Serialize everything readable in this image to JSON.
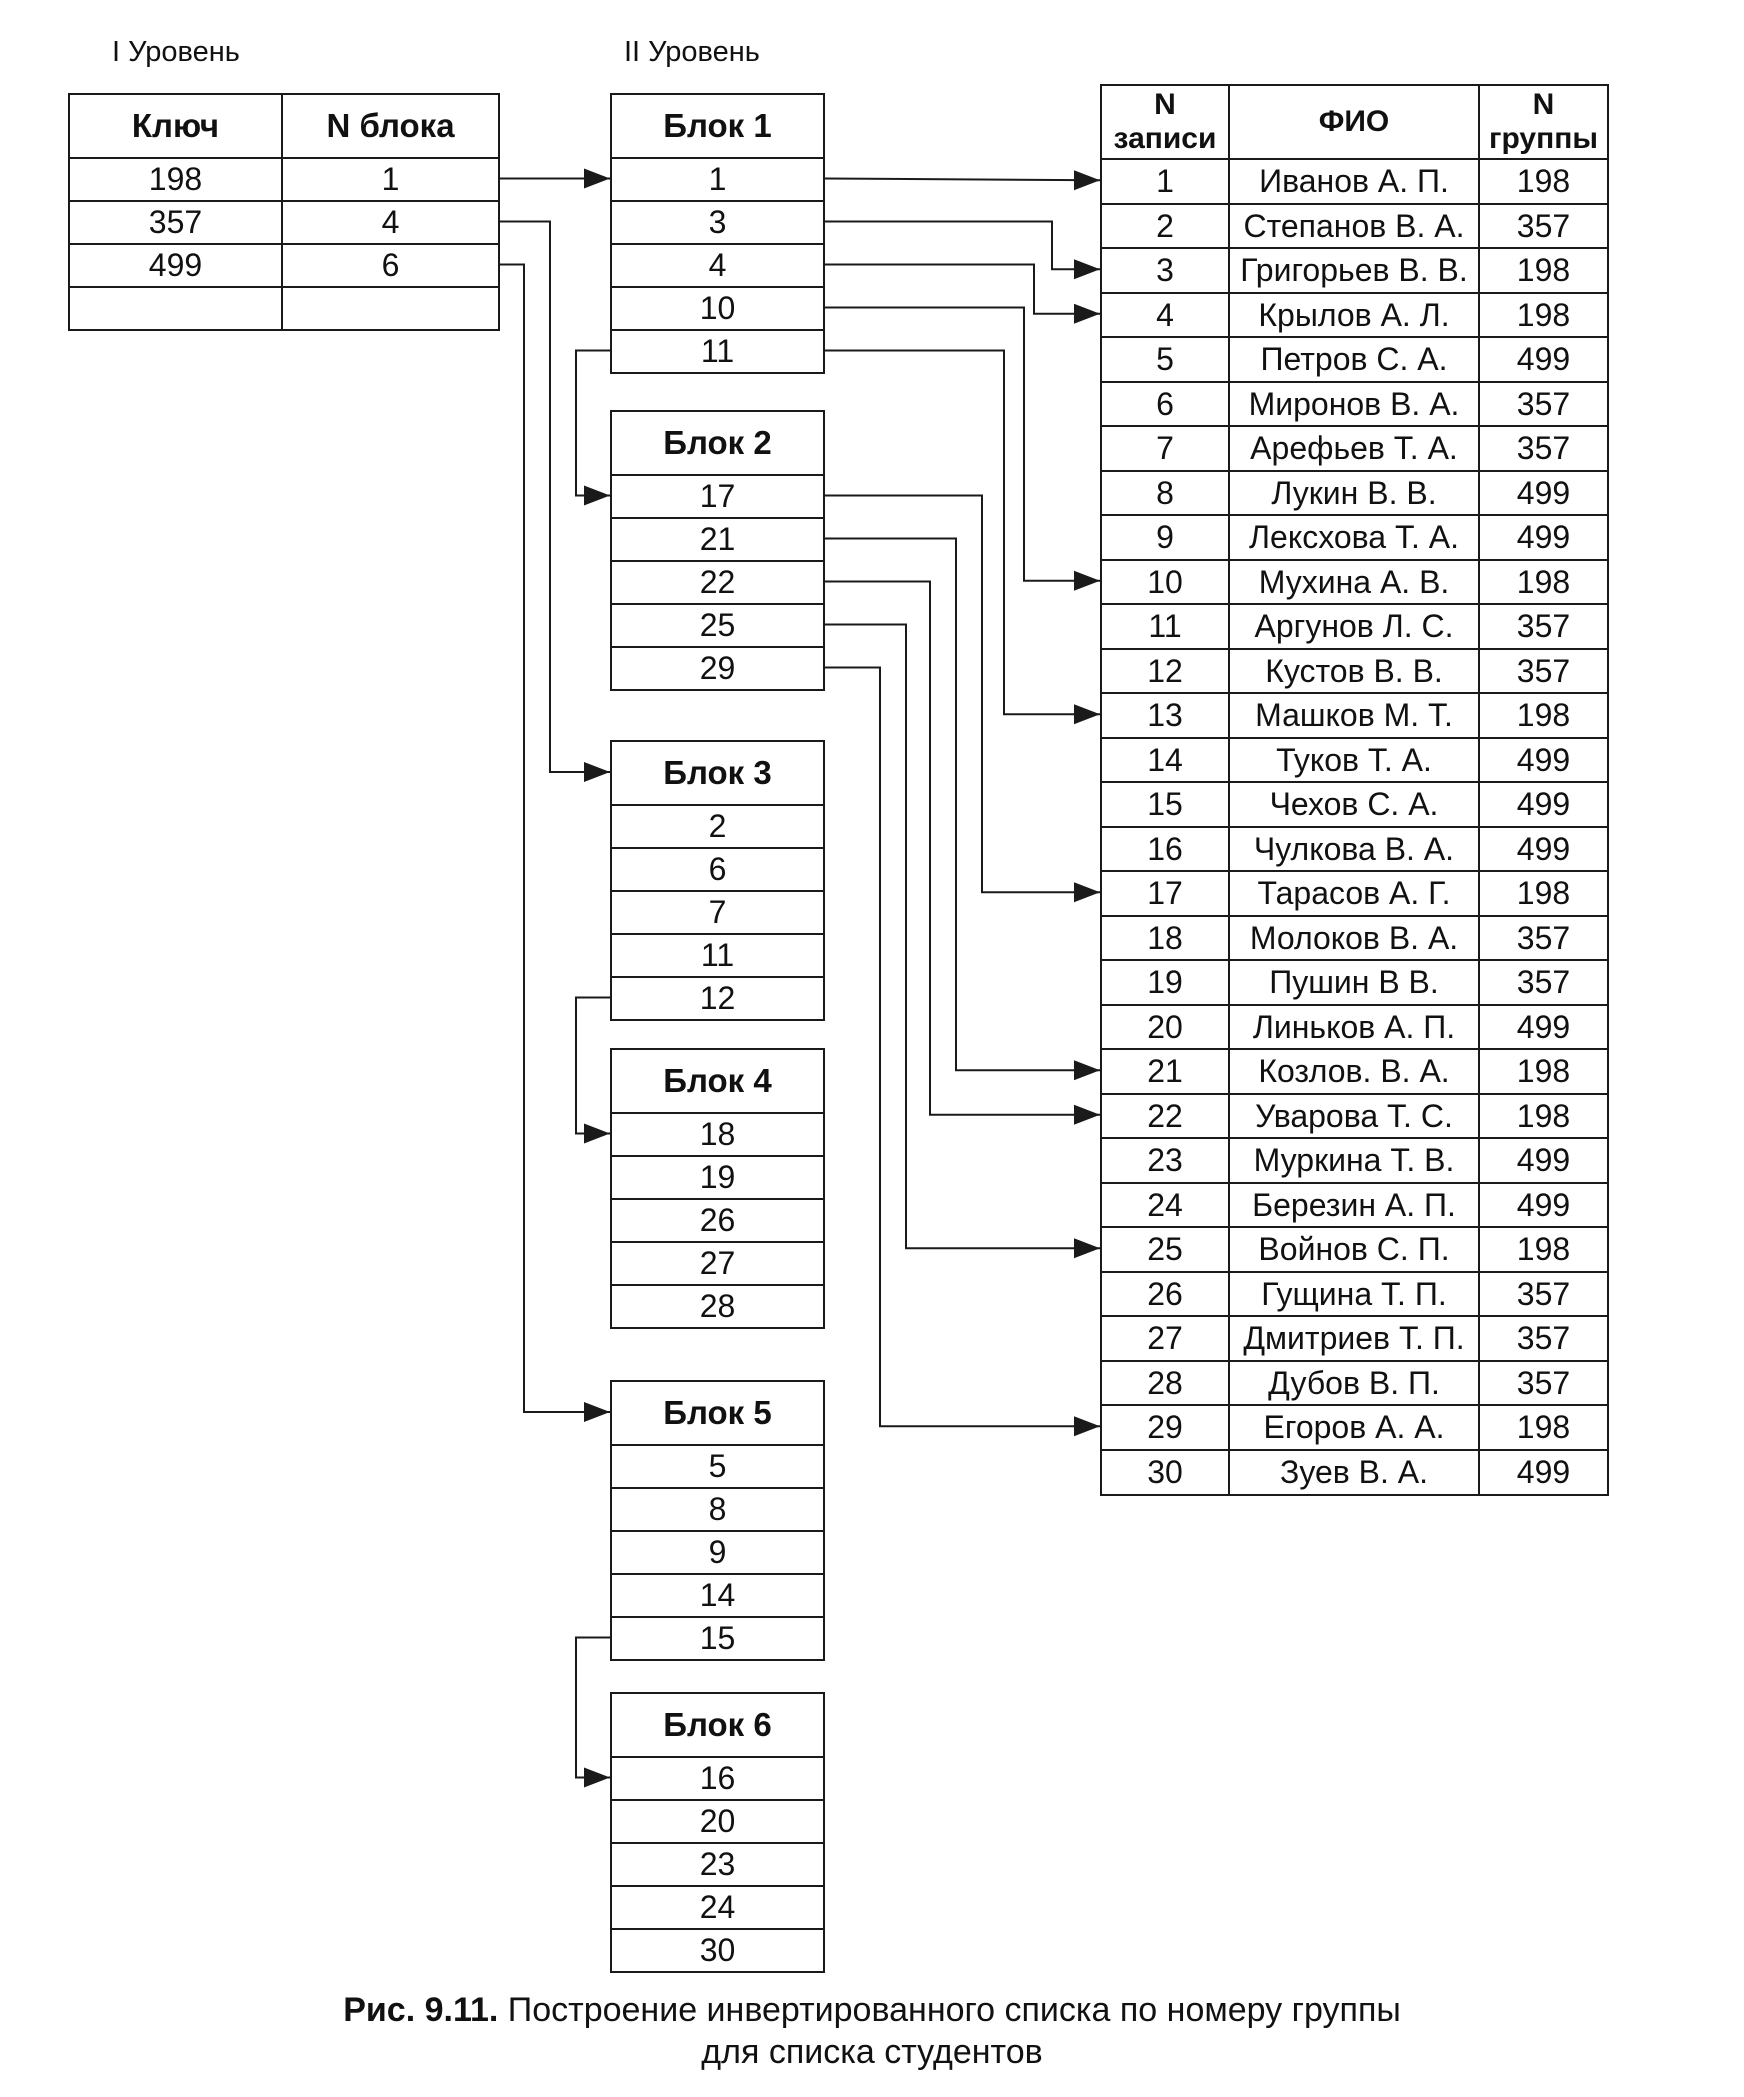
{
  "level_labels": {
    "level1": "I Уровень",
    "level2": "II Уровень"
  },
  "index_table": {
    "headers": [
      "Ключ",
      "N блока"
    ],
    "rows": [
      [
        "198",
        "1"
      ],
      [
        "357",
        "4"
      ],
      [
        "499",
        "6"
      ],
      [
        "",
        ""
      ]
    ]
  },
  "blocks": [
    {
      "title": "Блок 1",
      "items": [
        "1",
        "3",
        "4",
        "10",
        "11"
      ]
    },
    {
      "title": "Блок 2",
      "items": [
        "17",
        "21",
        "22",
        "25",
        "29"
      ]
    },
    {
      "title": "Блок 3",
      "items": [
        "2",
        "6",
        "7",
        "11",
        "12"
      ]
    },
    {
      "title": "Блок 4",
      "items": [
        "18",
        "19",
        "26",
        "27",
        "28"
      ]
    },
    {
      "title": "Блок 5",
      "items": [
        "5",
        "8",
        "9",
        "14",
        "15"
      ]
    },
    {
      "title": "Блок 6",
      "items": [
        "16",
        "20",
        "23",
        "24",
        "30"
      ]
    }
  ],
  "records_table": {
    "headers": [
      "N\nзаписи",
      "ФИО",
      "N\nгруппы"
    ],
    "rows": [
      [
        "1",
        "Иванов А. П.",
        "198"
      ],
      [
        "2",
        "Степанов В. А.",
        "357"
      ],
      [
        "3",
        "Григорьев В. В.",
        "198"
      ],
      [
        "4",
        "Крылов А. Л.",
        "198"
      ],
      [
        "5",
        "Петров С. А.",
        "499"
      ],
      [
        "6",
        "Миронов В. А.",
        "357"
      ],
      [
        "7",
        "Арефьев Т. А.",
        "357"
      ],
      [
        "8",
        "Лукин В. В.",
        "499"
      ],
      [
        "9",
        "Лексхова Т. А.",
        "499"
      ],
      [
        "10",
        "Мухина А. В.",
        "198"
      ],
      [
        "11",
        "Аргунов Л. С.",
        "357"
      ],
      [
        "12",
        "Кустов В. В.",
        "357"
      ],
      [
        "13",
        "Машков М. Т.",
        "198"
      ],
      [
        "14",
        "Туков Т. А.",
        "499"
      ],
      [
        "15",
        "Чехов С. А.",
        "499"
      ],
      [
        "16",
        "Чулкова В. А.",
        "499"
      ],
      [
        "17",
        "Тарасов А. Г.",
        "198"
      ],
      [
        "18",
        "Молоков В. А.",
        "357"
      ],
      [
        "19",
        "Пушин В  В.",
        "357"
      ],
      [
        "20",
        "Линьков А. П.",
        "499"
      ],
      [
        "21",
        "Козлов. В. А.",
        "198"
      ],
      [
        "22",
        "Уварова Т. С.",
        "198"
      ],
      [
        "23",
        "Муркина Т. В.",
        "499"
      ],
      [
        "24",
        "Березин А. П.",
        "499"
      ],
      [
        "25",
        "Войнов С. П.",
        "198"
      ],
      [
        "26",
        "Гущина Т. П.",
        "357"
      ],
      [
        "27",
        "Дмитриев Т. П.",
        "357"
      ],
      [
        "28",
        "Дубов В. П.",
        "357"
      ],
      [
        "29",
        "Егоров А. А.",
        "198"
      ],
      [
        "30",
        "Зуев В. А.",
        "499"
      ]
    ]
  },
  "caption": {
    "prefix": "Рис. 9.11.",
    "line1": "Построение инвертированного списка по номеру группы",
    "line2": "для списка студентов"
  }
}
